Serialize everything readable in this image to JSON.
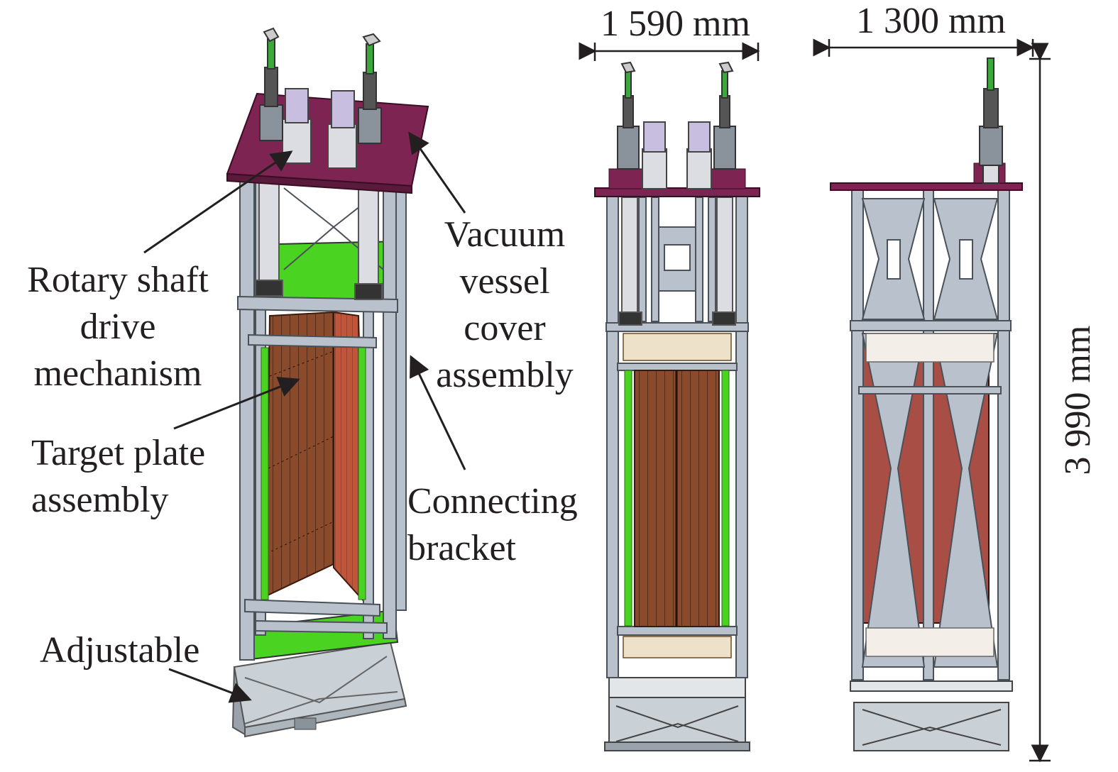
{
  "labels": {
    "rotary": [
      "Rotary shaft",
      "drive",
      "mechanism"
    ],
    "target": [
      "Target plate",
      "assembly"
    ],
    "adjustable": [
      "Adjustable"
    ],
    "vacuum": [
      "Vacuum",
      "vessel",
      "cover",
      "assembly"
    ],
    "connecting": [
      "Connecting",
      "bracket"
    ]
  },
  "dimensions": {
    "front_width": "1 590 mm",
    "side_width": "1 300 mm",
    "height": "3 990 mm"
  },
  "colors": {
    "cover_plate": "#7d2453",
    "frame": "#b9c2cc",
    "frame_dark": "#6b7680",
    "target_plate": "#8a4a2c",
    "target_plate_side": "#c0553a",
    "support_green": "#4bd321",
    "fitting_green": "#3aa83a",
    "cylinder": "#dcdde3",
    "actuator_lilac": "#c8bfe0",
    "side_plate": "#a84e45",
    "text": "#231f20"
  }
}
